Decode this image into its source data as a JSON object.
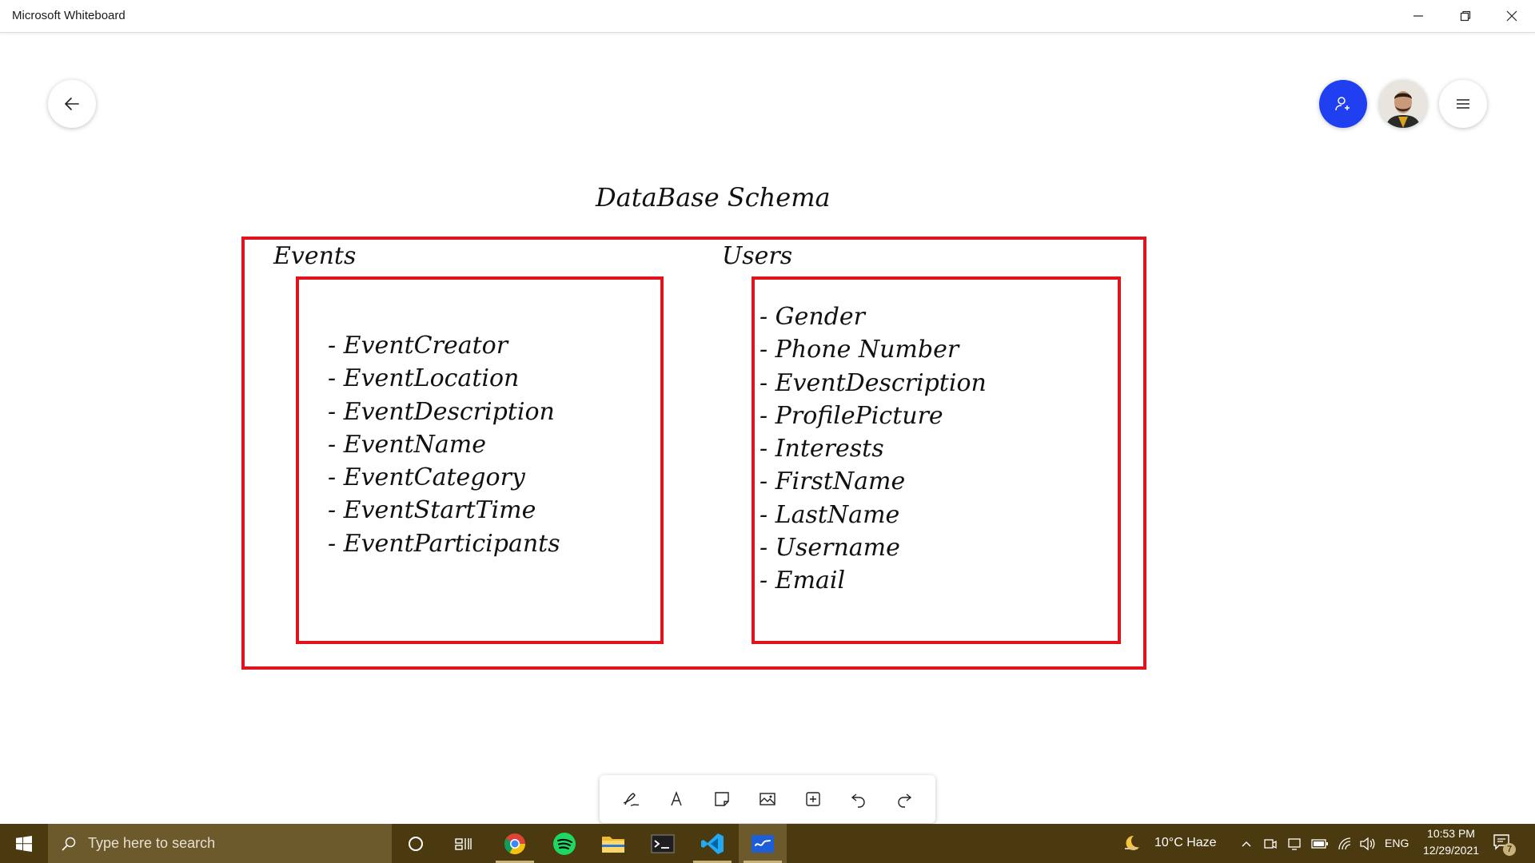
{
  "window": {
    "title": "Microsoft Whiteboard"
  },
  "canvas": {
    "heading": "DataBase Schema",
    "events": {
      "label": "Events",
      "fields": [
        "- EventCreator",
        "- EventLocation",
        "- EventDescription",
        "- EventName",
        "- EventCategory",
        "- EventStartTime",
        "- EventParticipants"
      ]
    },
    "users": {
      "label": "Users",
      "fields": [
        "- Gender",
        "- Phone Number",
        "- EventDescription",
        "- ProfilePicture",
        "- Interests",
        "- FirstName",
        "- LastName",
        "- Username",
        "- Email"
      ]
    },
    "ink_color": "#e0141e"
  },
  "toolbar": {
    "tools": [
      "pen-icon",
      "text-icon",
      "sticky-note-icon",
      "image-icon",
      "add-icon",
      "undo-icon",
      "redo-icon"
    ]
  },
  "taskbar": {
    "search_placeholder": "Type here to search",
    "weather": "10°C  Haze",
    "language": "ENG",
    "time": "10:53 PM",
    "date": "12/29/2021",
    "notification_count": "7",
    "accent": "#4b3a10"
  },
  "accent_blue": "#1f3ff0"
}
